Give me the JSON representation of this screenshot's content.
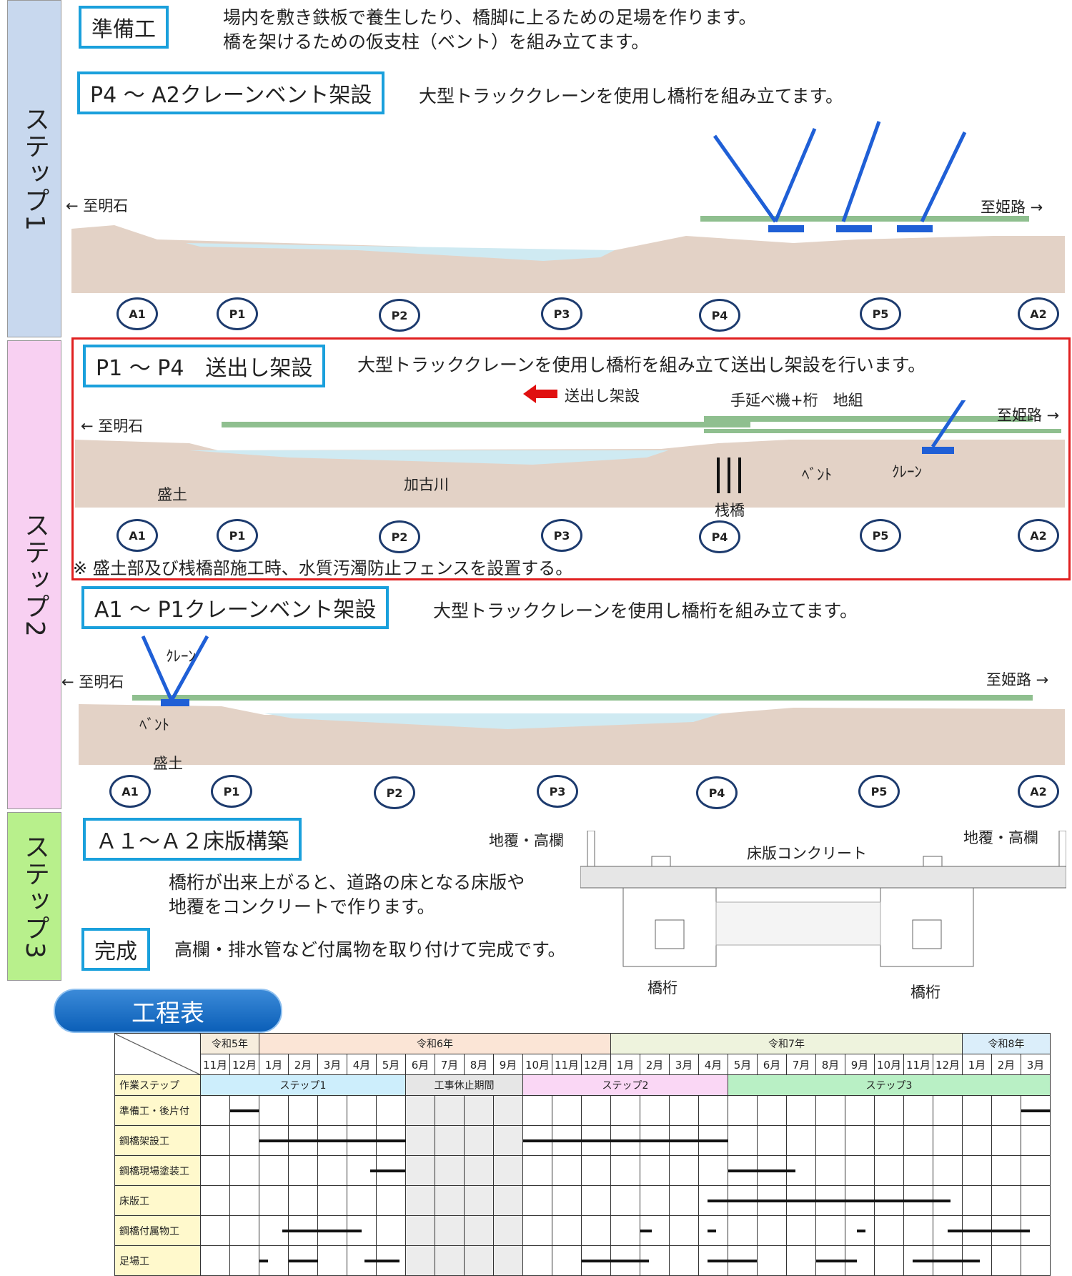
{
  "sidebar": {
    "step1": "ステップ1",
    "step2": "ステップ2",
    "step3": "ステップ3"
  },
  "step1": {
    "prep_label": "準備工",
    "prep_desc_1": "場内を敷き鉄板で養生したり、橋脚に上るための足場を作ります。",
    "prep_desc_2": "橋を架けるための仮支柱（ベント）を組み立てます。",
    "crane_label": "P4 ～ A2クレーンベント架設",
    "crane_desc": "大型トラッククレーンを使用し橋桁を組み立てます。",
    "dir_left": "← 至明石",
    "dir_right": "至姫路 →"
  },
  "step2": {
    "launch_label": "P1 ～ P4　送出し架設",
    "launch_desc": "大型トラッククレーンを使用し橋桁を組み立て送出し架設を行います。",
    "arrow_label": "送出し架設",
    "assembly_label": "手延べ機+桁　地組",
    "dir_left": "← 至明石",
    "dir_right": "至姫路 →",
    "fill_label": "盛土",
    "river_label": "加古川",
    "bent_label": "ﾍﾞﾝﾄ",
    "crane_label": "ｸﾚｰﾝ",
    "trestle_label": "桟橋",
    "note": "※ 盛土部及び桟橋部施工時、水質汚濁防止フェンスを設置する。",
    "a1p1_label": "A1 ～ P1クレーンベント架設",
    "a1p1_desc": "大型トラッククレーンを使用し橋桁を組み立てます。",
    "crane2_label": "ｸﾚｰﾝ",
    "bent2_label": "ﾍﾞﾝﾄ",
    "fill2_label": "盛土",
    "dir_left2": "← 至明石",
    "dir_right2": "至姫路 →"
  },
  "piers": [
    "A1",
    "P1",
    "P2",
    "P3",
    "P4",
    "P5",
    "A2"
  ],
  "step3": {
    "slab_label": "Ａ１～Ａ２床版構築",
    "slab_desc_1": "橋桁が出来上がると、道路の床となる床版や",
    "slab_desc_2": "地覆をコンクリートで作ります。",
    "curb_left": "地覆・高欄",
    "curb_right": "地覆・高欄",
    "slab_concrete": "床版コンクリート",
    "girder_left": "橋桁",
    "girder_right": "橋桁",
    "done_label": "完成",
    "done_desc": "高欄・排水管など付属物を取り付けて完成です。"
  },
  "schedule": {
    "title": "工程表",
    "years": [
      {
        "label": "令和5年",
        "span": 2,
        "color": "#f6eddd"
      },
      {
        "label": "令和6年",
        "span": 12,
        "color": "#fbe5d6"
      },
      {
        "label": "令和7年",
        "span": 12,
        "color": "#eef3dd"
      },
      {
        "label": "令和8年",
        "span": 3,
        "color": "#dbeefa"
      }
    ],
    "months": [
      "11月",
      "12月",
      "1月",
      "2月",
      "3月",
      "4月",
      "5月",
      "6月",
      "7月",
      "8月",
      "9月",
      "10月",
      "11月",
      "12月",
      "1月",
      "2月",
      "3月",
      "4月",
      "5月",
      "6月",
      "7月",
      "8月",
      "9月",
      "10月",
      "11月",
      "12月",
      "1月",
      "2月",
      "3月"
    ],
    "phase_header": "作業ステップ",
    "phases": [
      {
        "label": "ステップ1",
        "span": 7,
        "color": "#cdeefc"
      },
      {
        "label": "工事休止期間",
        "span": 4,
        "color": "#e6e6e6"
      },
      {
        "label": "ステップ2",
        "span": 7,
        "color": "#fad7f5"
      },
      {
        "label": "ステップ3",
        "span": 11,
        "color": "#b9f0c5"
      }
    ],
    "rows": [
      {
        "label": "準備工・後片付",
        "bars": [
          [
            1.0,
            2.0
          ],
          [
            28.0,
            29.0
          ]
        ]
      },
      {
        "label": "鋼橋架設工",
        "bars": [
          [
            2.0,
            7.0
          ],
          [
            11.0,
            18.0
          ]
        ]
      },
      {
        "label": "鋼橋現場塗装工",
        "bars": [
          [
            5.8,
            7.0
          ],
          [
            18.0,
            20.3
          ]
        ]
      },
      {
        "label": "床版工",
        "bars": [
          [
            17.3,
            25.6
          ]
        ]
      },
      {
        "label": "鋼橋付属物工",
        "bars": [
          [
            2.8,
            5.5
          ],
          [
            15.0,
            15.4
          ],
          [
            17.3,
            17.6
          ],
          [
            22.4,
            22.7
          ],
          [
            25.5,
            28.3
          ]
        ]
      },
      {
        "label": "足場工",
        "bars": [
          [
            2.0,
            2.3
          ],
          [
            3.0,
            4.0
          ],
          [
            5.6,
            6.8
          ],
          [
            13.0,
            15.3
          ],
          [
            17.3,
            19.0
          ],
          [
            21.0,
            22.4
          ],
          [
            24.3,
            26.6
          ]
        ]
      }
    ]
  }
}
